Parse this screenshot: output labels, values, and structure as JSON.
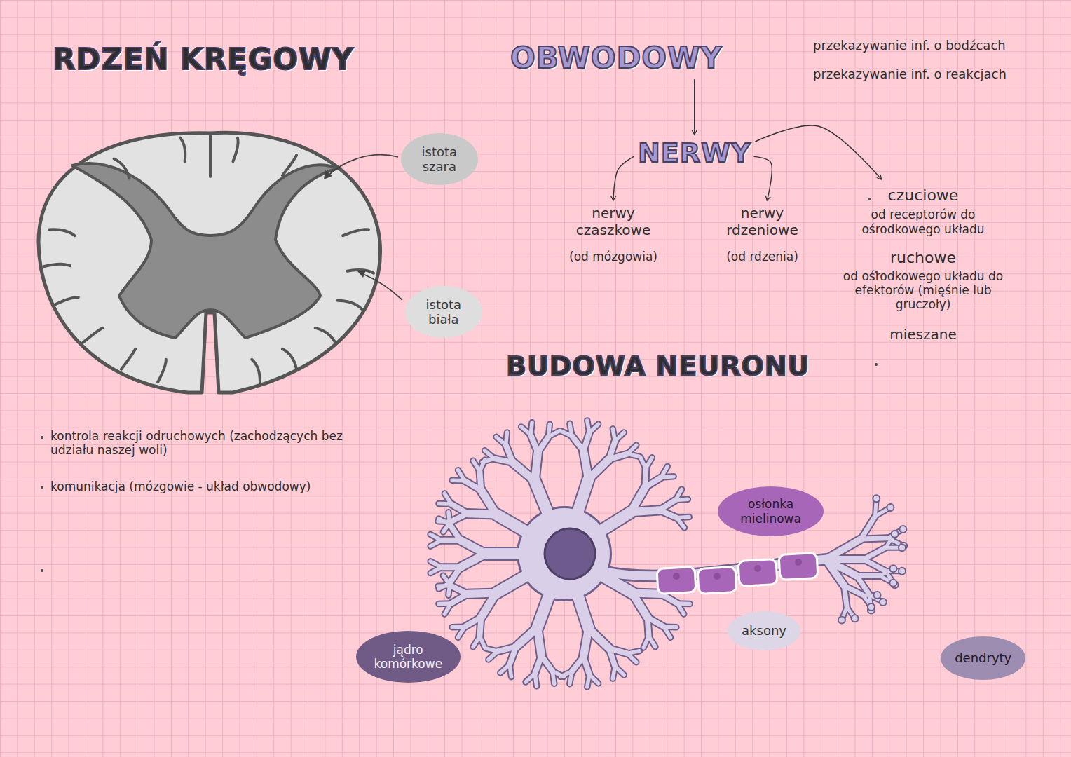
{
  "diagram": {
    "title": "RDZEŃ KRĘGOWY",
    "nodes": [
      {
        "text": [
          "istota szara"
        ]
      },
      {
        "text": [
          "OBWODOWY"
        ]
      },
      {
        "text": [
          "NERWY"
        ]
      },
      {
        "text": [
          "nerwy czaszkowe",
          "(od mózgowia)"
        ]
      },
      {
        "text": [
          "nerwy rdzeniowe",
          "(od rdzenia)"
        ]
      },
      {
        "text": [
          "czuciowe",
          "od receptorów do ośrodkowego układu",
          "ruchowe",
          "od ośrodkowego układu do efektorów (mięśnie lub gruczoły)",
          "mieszane"
        ]
      },
      {
        "text": [
          "istota biała"
        ]
      },
      {
        "text": [
          "osłonka mielinowa"
        ]
      },
      {
        "text": [
          "aksony"
        ]
      },
      {
        "text": [
          "jądro komórkowe"
        ]
      },
      {
        "text": [
          "dendryty"
        ]
      }
    ],
    "edges": [
      {
        "from": 1,
        "to": 2,
        "arrow": "to"
      },
      {
        "from": 2,
        "to": 3,
        "arrow": "to"
      },
      {
        "from": 2,
        "to": 4,
        "arrow": "to"
      },
      {
        "from": 2,
        "to": 5,
        "arrow": "to"
      }
    ],
    "labels": [
      "przekazywanie inf. o bodźcach",
      "przekazywanie inf. o reakcjach",
      "BUDOWA NEURONU",
      "kontrola reakcji odruchowych (zachodzących bez udziału naszej woli)",
      "komunikacja (mózgowie - układ obwodowy)"
    ]
  }
}
